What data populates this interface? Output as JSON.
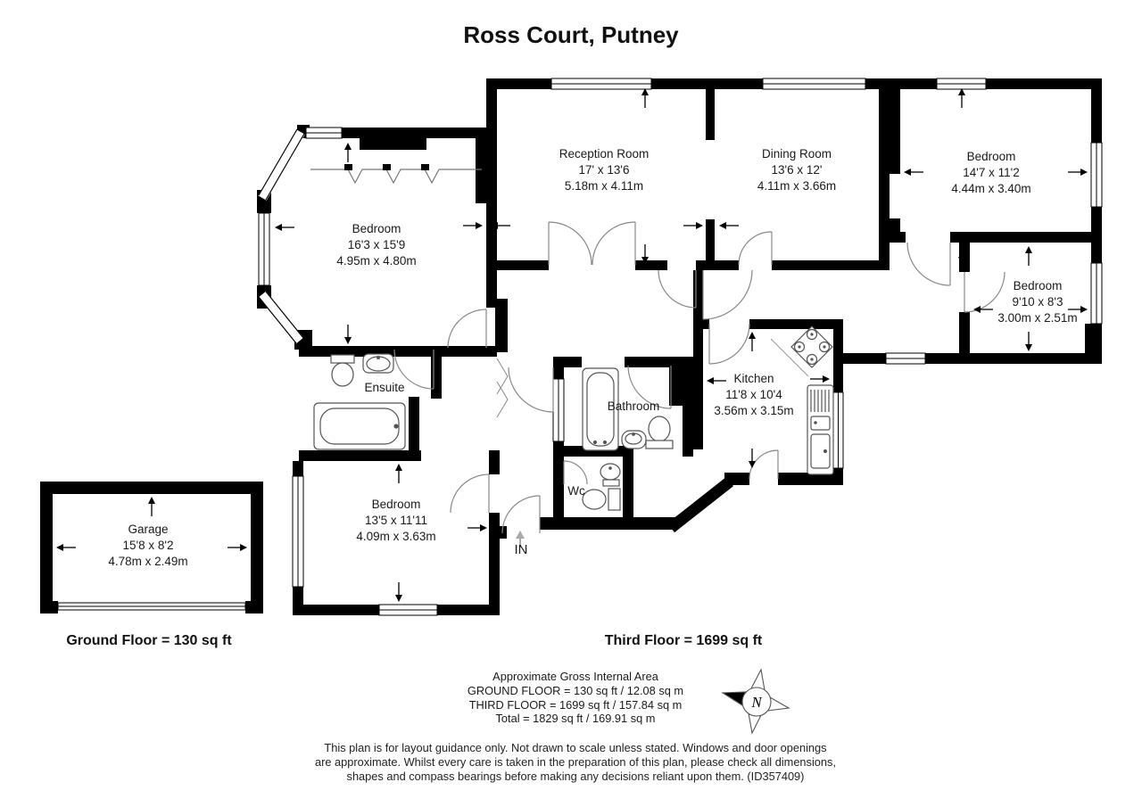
{
  "title": "Ross Court, Putney",
  "rooms": [
    {
      "name": "Reception Room",
      "imperial": "17' x 13'6",
      "metric": "5.18m x 4.11m"
    },
    {
      "name": "Dining Room",
      "imperial": "13'6 x 12'",
      "metric": "4.11m x 3.66m"
    },
    {
      "name": "Bedroom",
      "imperial": "14'7 x 11'2",
      "metric": "4.44m x 3.40m"
    },
    {
      "name": "Bedroom",
      "imperial": "16'3 x 15'9",
      "metric": "4.95m x 4.80m"
    },
    {
      "name": "Bedroom",
      "imperial": "9'10 x 8'3",
      "metric": "3.00m x 2.51m"
    },
    {
      "name": "Kitchen",
      "imperial": "11'8 x 10'4",
      "metric": "3.56m x 3.15m"
    },
    {
      "name": "Bedroom",
      "imperial": "13'5 x 11'11",
      "metric": "4.09m x 3.63m"
    },
    {
      "name": "Garage",
      "imperial": "15'8 x 8'2",
      "metric": "4.78m x 2.49m"
    },
    {
      "name": "Ensuite"
    },
    {
      "name": "Bathroom"
    },
    {
      "name": "Wc"
    }
  ],
  "entrance_label": "IN",
  "floor_labels": {
    "ground": "Ground Floor = 130 sq ft",
    "third": "Third Floor = 1699 sq ft"
  },
  "area_summary": {
    "heading": "Approximate Gross Internal Area",
    "ground": "GROUND FLOOR = 130 sq ft / 12.08 sq m",
    "third": "THIRD FLOOR = 1699 sq ft / 157.84 sq m",
    "total": "Total = 1829 sq ft / 169.91 sq m"
  },
  "compass": {
    "label": "N"
  },
  "disclaimer": {
    "line1": "This plan is for layout guidance only. Not drawn to scale unless stated. Windows and door openings",
    "line2": "are approximate. Whilst every care is taken in the preparation of this plan, please check all dimensions,",
    "line3": "shapes and compass bearings before making any decisions reliant upon them. (ID357409)"
  },
  "colors": {
    "wall": "#000000",
    "door_arc": "#888888",
    "background": "#ffffff"
  }
}
